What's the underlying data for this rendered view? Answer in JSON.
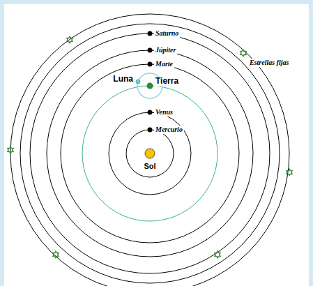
{
  "diagram": {
    "labels": [
      "Saturno",
      "Júpiter",
      "Marte",
      "Estrellas fijas",
      "Luna",
      "Tierra",
      "Venus",
      "Mercurio",
      "Sol"
    ]
  }
}
